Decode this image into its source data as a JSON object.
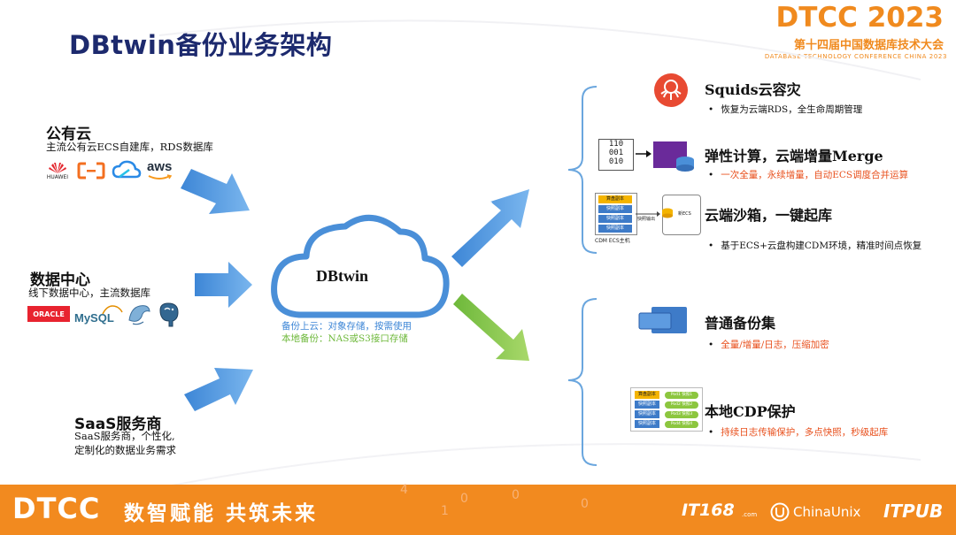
{
  "header": {
    "title": "DBtwin备份业务架构",
    "logo_main": "DTCC 2023",
    "logo_sub": "第十四届中国数据库技术大会",
    "logo_en": "DATABASE TECHNOLOGY CONFERENCE CHINA 2023"
  },
  "sources": {
    "public_cloud": {
      "title": "公有云",
      "desc": "主流公有云ECS自建库，RDS数据库",
      "logos": [
        "HUAWEI",
        "阿里云",
        "腾讯云",
        "aws"
      ]
    },
    "data_center": {
      "title": "数据中心",
      "desc": "线下数据中心，主流数据库",
      "logos": [
        "ORACLE",
        "MySQL",
        "MariaDB",
        "PostgreSQL"
      ]
    },
    "saas": {
      "title": "SaaS服务商",
      "desc_line1": "SaaS服务商，个性化,",
      "desc_line2": "定制化的数据业务需求"
    }
  },
  "center": {
    "name": "DBtwin",
    "note_cloud": "备份上云：对象存储，按需使用",
    "note_local": "本地备份：NAS或S3接口存储"
  },
  "flows": {
    "to_cloud": "备份上云",
    "to_local": "本地备份"
  },
  "cloud_features": [
    {
      "title": "Squids云容灾",
      "desc": "恢复为云端RDS，全生命周期管理"
    },
    {
      "title": "弹性计算，云端增量Merge",
      "desc": "一次全量，永续增量，自动ECS调度合并运算"
    },
    {
      "title": "云端沙箱，一键起库",
      "desc": "基于ECS+云盘构建CDM环境，精准时间点恢复"
    }
  ],
  "local_features": [
    {
      "title": "普通备份集",
      "desc": "全量/增量/日志，压缩加密"
    },
    {
      "title": "本地CDP保护",
      "desc": "持续日志传输保护，多点快照，秒级起库"
    }
  ],
  "sandbox_diagram": {
    "rows": [
      "算盘副本",
      "快照副本",
      "快照副本",
      "快照副本"
    ],
    "mid_label": "快照输出",
    "ecs_label": "新ECS",
    "host_label": "CDM ECS主机"
  },
  "cdp_diagram": {
    "rows": [
      "算盘副本",
      "快照副本",
      "快照副本",
      "快照副本"
    ],
    "pills": [
      "Pod1 快照1",
      "Pod2 快照2",
      "Pod3 快照3",
      "Pod4 快照4"
    ]
  },
  "matrix": [
    "110",
    "001",
    "010"
  ],
  "footer": {
    "brand": "DTCC",
    "slogan": "数智赋能 共筑未来",
    "partners": [
      "IT168",
      "ChinaUnix",
      "ITPUB"
    ],
    "partner_suffix": ".com"
  },
  "colors": {
    "orange": "#f28a1f",
    "navy": "#1d2a6e",
    "blue": "#4a8fd8",
    "green": "#7ac142",
    "red_text": "#e8501d"
  }
}
